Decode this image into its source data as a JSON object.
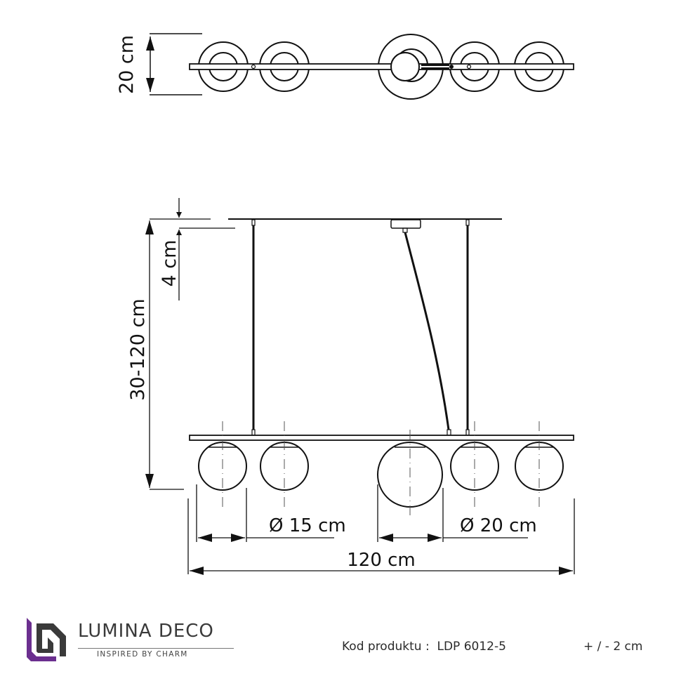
{
  "top_view": {
    "height_label": "20 cm"
  },
  "side_view": {
    "canopy_label": "4 cm",
    "suspension_label": "30-120 cm",
    "small_globe_label": "Ø 15 cm",
    "large_globe_label": "Ø 20 cm",
    "total_width_label": "120 cm"
  },
  "footer": {
    "brand": {
      "name": "LUMINA DECO",
      "tagline": "INSPIRED BY CHARM",
      "accent_color": "#6b2f8f",
      "dark_color": "#3a3a3a"
    },
    "product_code_label": "Kod produktu :",
    "product_code_value": "LDP 6012-5",
    "tolerance": "+ / - 2 cm"
  }
}
